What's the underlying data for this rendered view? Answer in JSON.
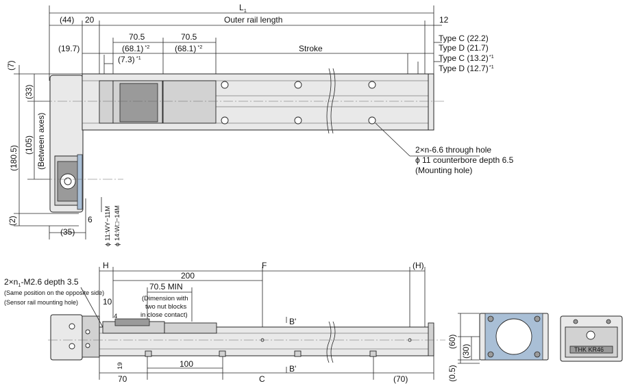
{
  "top_view": {
    "L1": "L",
    "L1_sub": "1",
    "d44": "(44)",
    "d20": "20",
    "outer_rail": "Outer rail length",
    "d12": "12",
    "d70_5_a": "70.5",
    "d70_5_b": "70.5",
    "d19_7": "(19.7)",
    "d68_1_a": "(68.1)",
    "d68_1_b": "(68.1)",
    "sup2": "*2",
    "d7_3": "(7.3)",
    "sup1": "*1",
    "stroke": "Stroke",
    "type_c_1": "Type C",
    "type_c_1_v": "(22.2)",
    "type_d_1": "Type D",
    "type_d_1_v": "(21.7)",
    "type_c_2": "Type C",
    "type_c_2_v": "(13.2)",
    "type_d_2": "Type D",
    "type_d_2_v": "(12.7)",
    "d7": "(7)",
    "d33": "(33)",
    "d105": "(105)",
    "between": "(Between axes)",
    "d180_5": "(180.5)",
    "d2": "(2)",
    "d6": "6",
    "d35": "(35)",
    "phi11": "ϕ 11:WY−11M",
    "phi14": "ϕ 14:W□−14M",
    "mh1": "2×n-6.6 through hole",
    "mh2": "ϕ 11 counterbore depth 6.5",
    "mh3": "(Mounting hole)"
  },
  "side_view": {
    "H": "H",
    "F": "F",
    "Hp": "(H)",
    "d200": "200",
    "note1": "2×n",
    "note1_sub": "1",
    "note1_rest": "-M2.6 depth 3.5",
    "note2": "(Same position on the opposite side)",
    "note3": "(Sensor rail mounting hole)",
    "d70_5min": "70.5 MIN",
    "dim1": "(Dimension with",
    "dim2": "two nut blocks",
    "dim3": "in close contact)",
    "d10": "10",
    "d4": "4",
    "d19": "19",
    "d70": "70",
    "d100": "100",
    "C": "C",
    "d70p": "(70)",
    "B1": "B'",
    "B2": "B'"
  },
  "section_view": {
    "d60": "(60)",
    "d30": "(30)",
    "d0_5": "(0.5)",
    "logo": "THK KR46"
  }
}
